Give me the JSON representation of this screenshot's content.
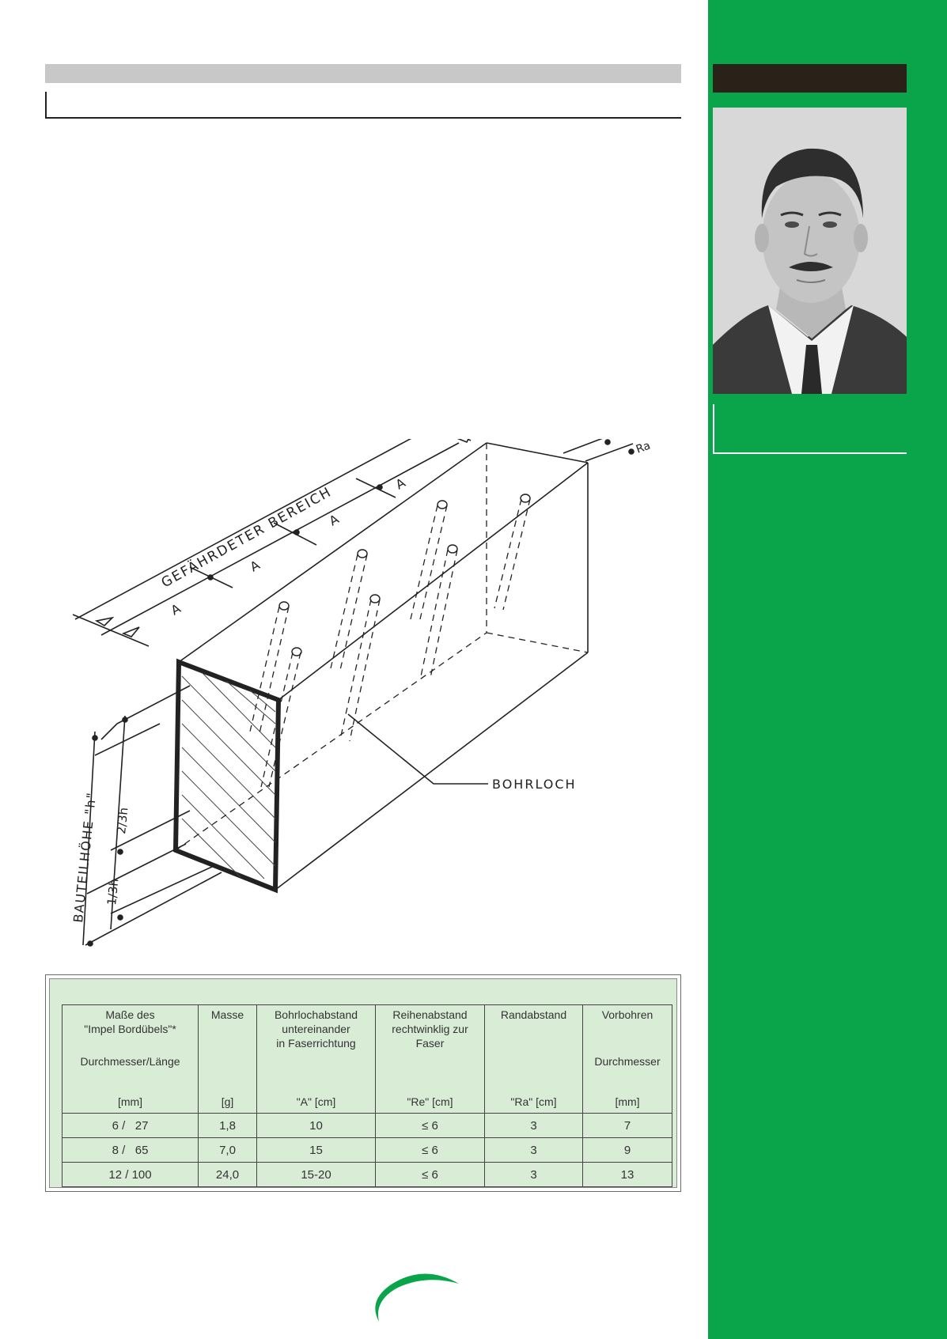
{
  "drawing": {
    "label_region": "GEFÄHRDETER BEREICH",
    "label_A": "A",
    "label_Ra": "Ra",
    "label_Re": "Re",
    "label_bohrloch": "BOHRLOCH",
    "label_height": "BAUTEILHÖHE \"h\"",
    "label_two_thirds": "2/3h",
    "label_one_third": "1/3h"
  },
  "table": {
    "headers": [
      {
        "top": "Maße des\n\"Impel Bordübels\"*",
        "mid": "Durchmesser/Länge",
        "unit": "[mm]"
      },
      {
        "top": "Masse",
        "mid": "",
        "unit": "[g]"
      },
      {
        "top": "Bohrlochabstand\nuntereinander\nin Faserrichtung",
        "mid": "",
        "unit": "\"A\" [cm]"
      },
      {
        "top": "Reihenabstand\nrechtwinklig zur\nFaser",
        "mid": "",
        "unit": "\"Re\" [cm]"
      },
      {
        "top": "Randabstand",
        "mid": "",
        "unit": "\"Ra\" [cm]"
      },
      {
        "top": "Vorbohren",
        "mid": "Durchmesser",
        "unit": "[mm]"
      }
    ],
    "rows": [
      [
        "6 /   27",
        "1,8",
        "10",
        "≤ 6",
        "3",
        "7"
      ],
      [
        "8 /   65",
        "7,0",
        "15",
        "≤ 6",
        "3",
        "9"
      ],
      [
        "12 / 100",
        "24,0",
        "15-20",
        "≤ 6",
        "3",
        "13"
      ]
    ]
  },
  "colors": {
    "sidebar": "#0aa44a",
    "sidebar_bar": "#2a2218",
    "table_bg": "#d8ecd6",
    "header_gray": "#c8c8c8"
  }
}
